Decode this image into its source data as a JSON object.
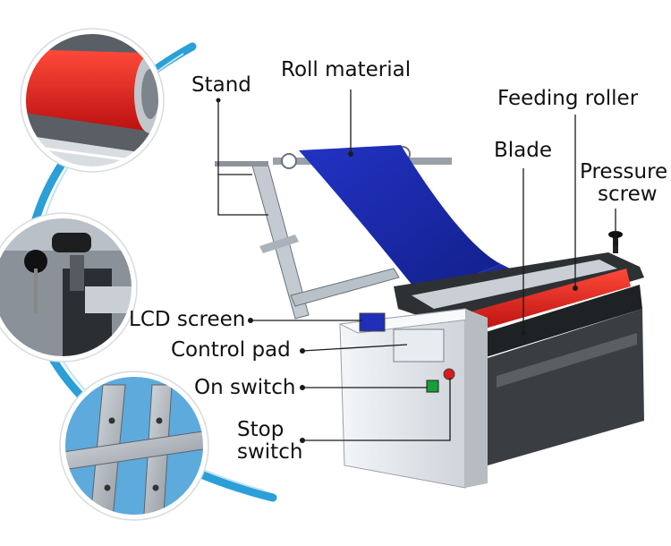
{
  "labels": {
    "stand": "Stand",
    "roll_material": "Roll material",
    "feeding_roller": "Feeding roller",
    "blade": "Blade",
    "pressure_screw_line1": "Pressure",
    "pressure_screw_line2": "screw",
    "lcd_screen": "LCD screen",
    "control_pad": "Control pad",
    "on_switch": "On switch",
    "stop_switch_line1": "Stop",
    "stop_switch_line2": "switch"
  },
  "colors": {
    "accent_blue": "#2a9fd8",
    "roll_blue": "#1f2fb8",
    "roller_red": "#e01b1b",
    "machine_white": "#eef1f4",
    "machine_dark": "#2a2a2a"
  }
}
